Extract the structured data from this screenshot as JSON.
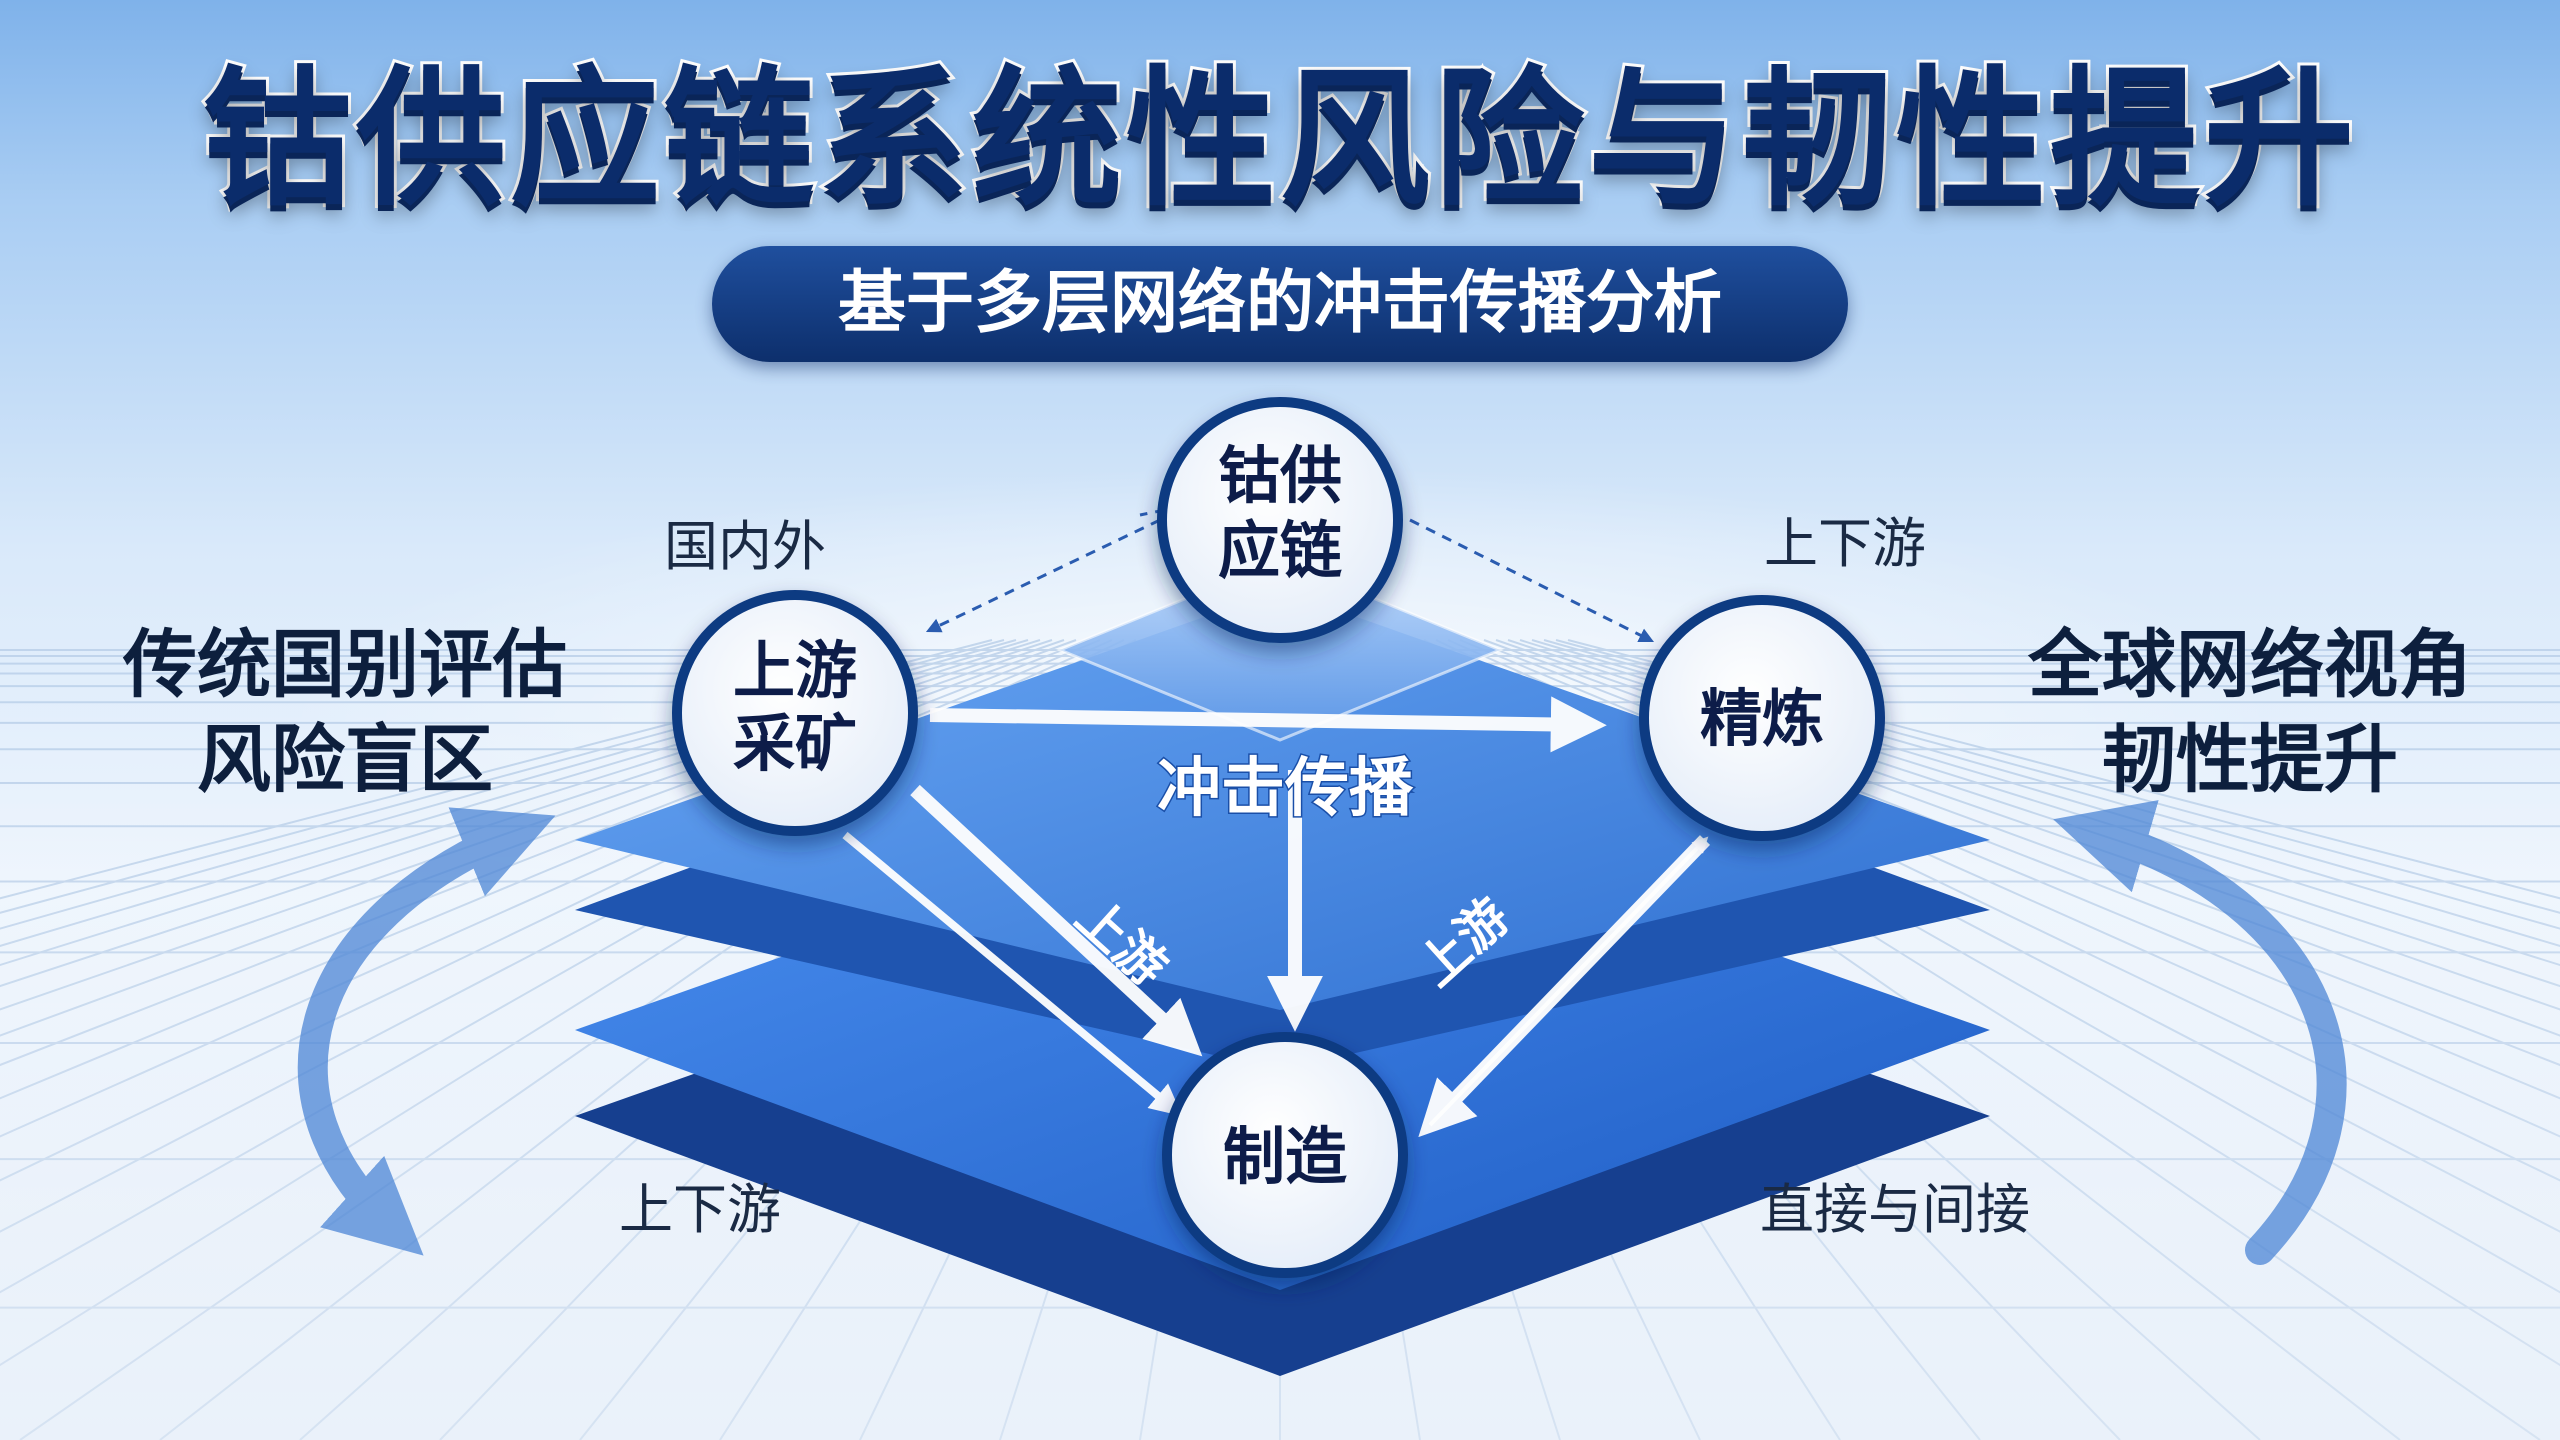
{
  "title": "钴供应链系统性风险与韧性提升",
  "subtitle": "基于多层网络的冲击传播分析",
  "nodes": {
    "supply_chain": "钴供\n应链",
    "mining": "上游\n采矿",
    "refining": "精炼",
    "manufacturing": "制造"
  },
  "center_label": "冲击传播",
  "edge_labels": {
    "upstream_left": "上游",
    "upstream_right": "上游"
  },
  "annotations": {
    "domestic_foreign": "国内外",
    "up_down_top": "上下游",
    "up_down_bottom": "上下游",
    "direct_indirect": "直接与间接"
  },
  "side_text": {
    "left": "传统国别评估\n风险盲区",
    "right": "全球网络视角\n韧性提升"
  },
  "colors": {
    "title": "#0b2c6b",
    "subtitle_bg": "#153d82",
    "platform_top": "#2f75d6",
    "platform_side": "#1a4fa8",
    "node_ring": "#0f3a82",
    "arrow": "#ffffff"
  }
}
